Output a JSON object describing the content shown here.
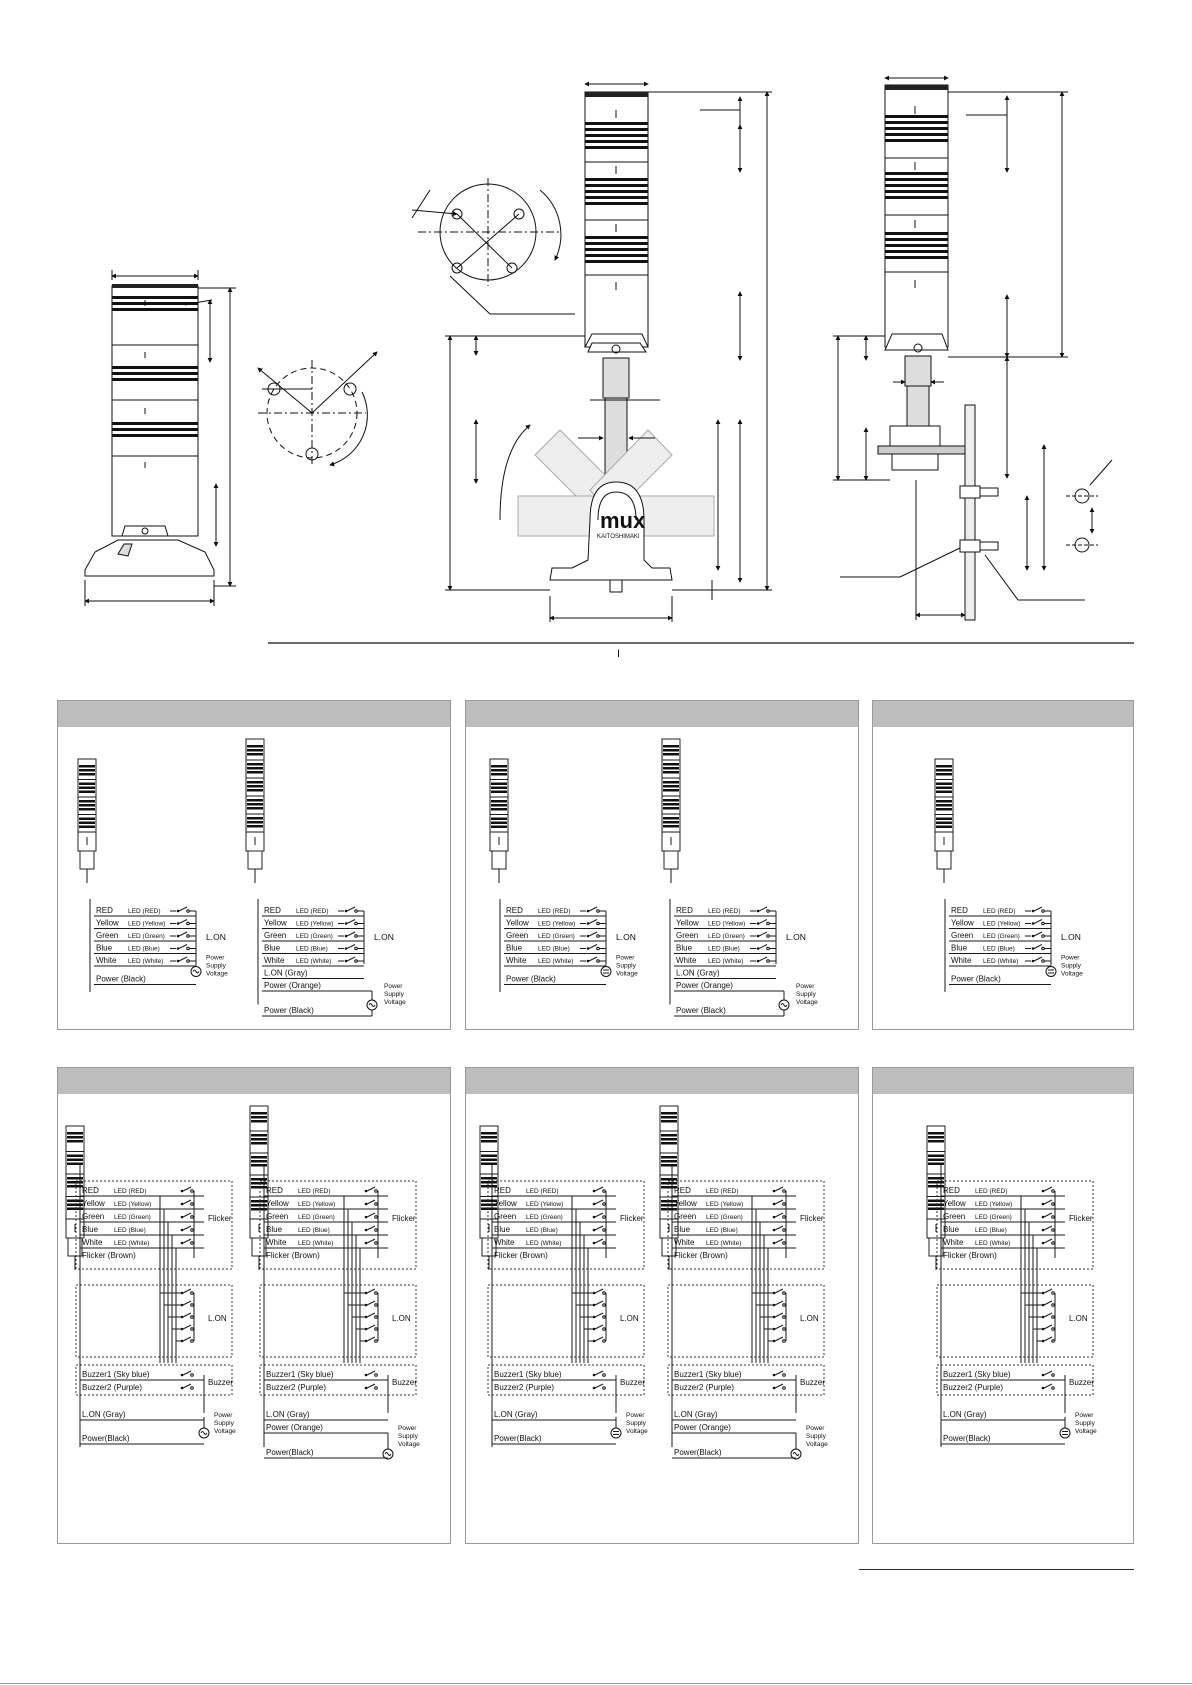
{
  "brand": {
    "logo_top": "mux",
    "logo_bottom": "KAITOSHIMAKI"
  },
  "page_marker": "I",
  "wiring": {
    "leds": [
      {
        "name": "RED",
        "led": "LED (RED)"
      },
      {
        "name": "Yellow",
        "led": "LED (Yellow)"
      },
      {
        "name": "Green",
        "led": "LED (Green)"
      },
      {
        "name": "Blue",
        "led": "LED (Blue)"
      },
      {
        "name": "White",
        "led": "LED (White)"
      }
    ],
    "lon_gray": "L.ON  (Gray)",
    "lon_gray_short": "L.ON (Gray)",
    "lon": "L.ON",
    "power_black": "Power (Black)",
    "power_black_tight": "Power(Black)",
    "power_orange": "Power  (Orange)",
    "psv": [
      "Power",
      "Supply",
      "Voltage"
    ],
    "flicker_brown": "Flicker (Brown)",
    "flicker": "Flicker",
    "buzzer1": "Buzzer1 (Sky blue)",
    "buzzer2": "Buzzer2 (Purple)",
    "buzzer": "Buzzer",
    "plus": "+",
    "minus": "−"
  },
  "colors": {
    "panel_header": "#bdbdbd",
    "panel_border": "#9a9a9a",
    "line": "#1a1a1a"
  }
}
